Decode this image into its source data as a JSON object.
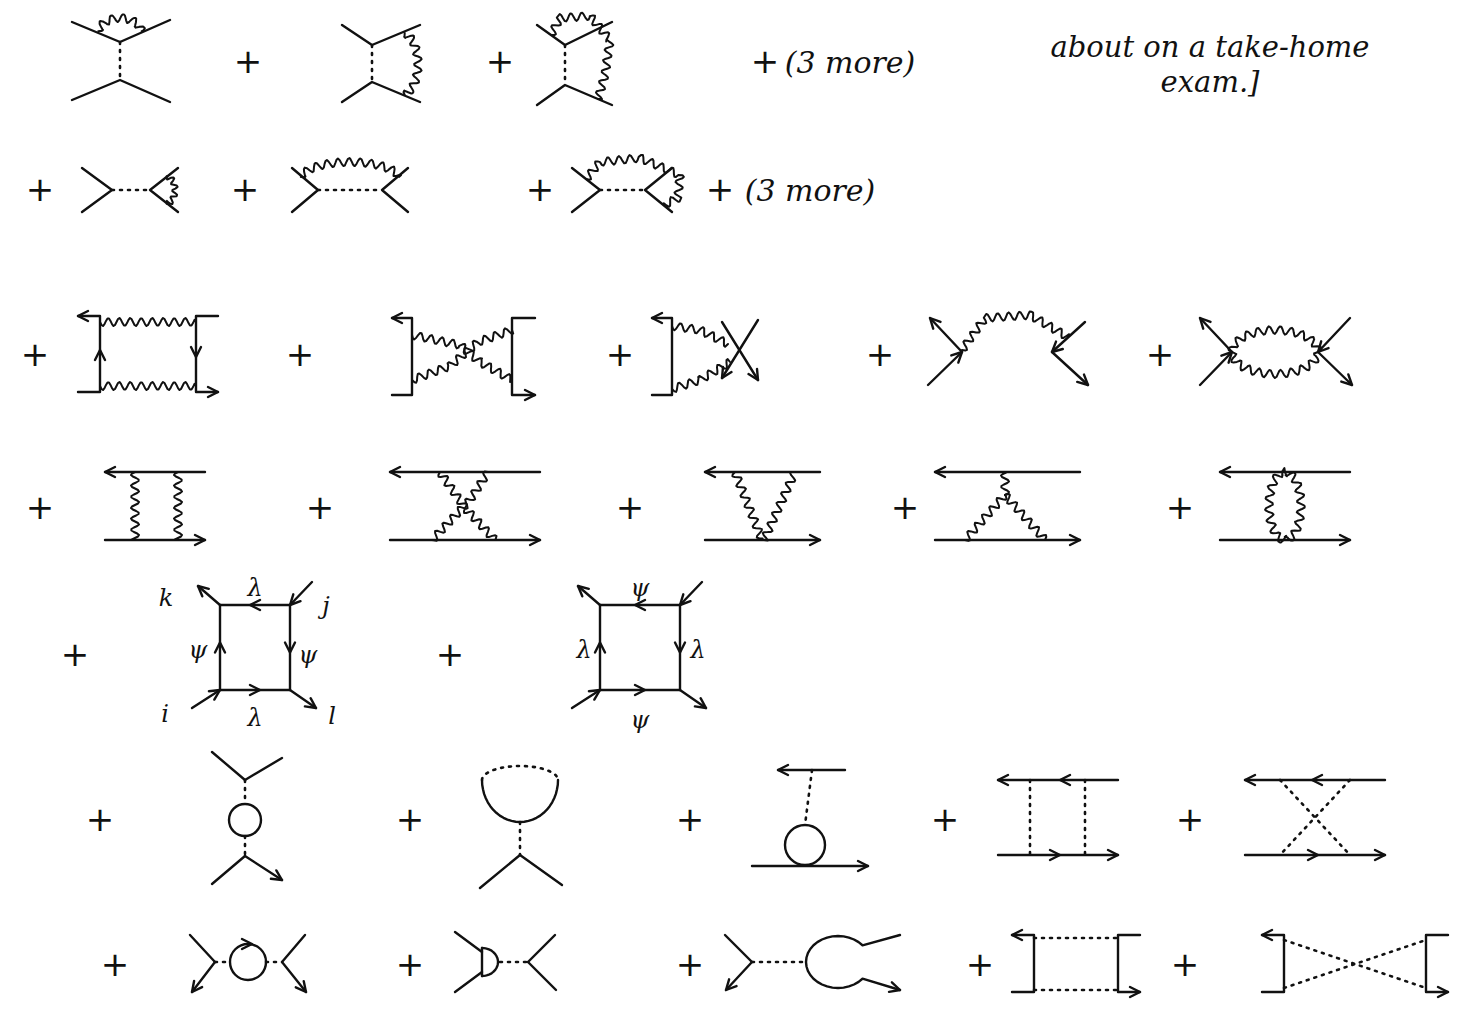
{
  "diagram": {
    "labels": [
      "+",
      "+",
      "+",
      "(3 more)",
      "about on a take-home exam.]",
      "+",
      "+",
      "+",
      "+",
      "(3 more)",
      "+",
      "+",
      "+",
      "+",
      "+",
      "+",
      "+",
      "+",
      "+",
      "+",
      "+",
      "k",
      "λ",
      "j",
      "ψ",
      "ψ",
      "i",
      "λ",
      "l",
      "+",
      "ψ",
      "λ",
      "λ",
      "ψ",
      "+",
      "+",
      "+",
      "+",
      "+",
      "+",
      "+",
      "+",
      "+",
      "+"
    ]
  }
}
